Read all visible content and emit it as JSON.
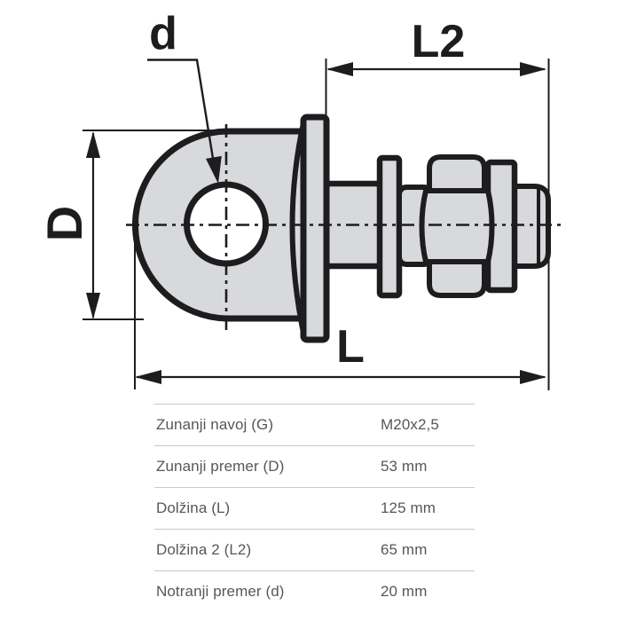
{
  "drawing": {
    "labels": {
      "inner_diameter": "d",
      "outer_diameter": "D",
      "length": "L",
      "length2": "L2"
    },
    "colors": {
      "outline": "#1d1d1f",
      "part_fill": "#d8d9da",
      "background": "#ffffff"
    }
  },
  "table": {
    "rows": [
      {
        "label": "Zunanji navoj (G)",
        "value": "M20x2,5"
      },
      {
        "label": "Zunanji premer (D)",
        "value": "53 mm"
      },
      {
        "label": "Dolžina (L)",
        "value": "125 mm"
      },
      {
        "label": "Dolžina 2 (L2)",
        "value": "65 mm"
      },
      {
        "label": "Notranji premer (d)",
        "value": "20 mm"
      }
    ]
  }
}
